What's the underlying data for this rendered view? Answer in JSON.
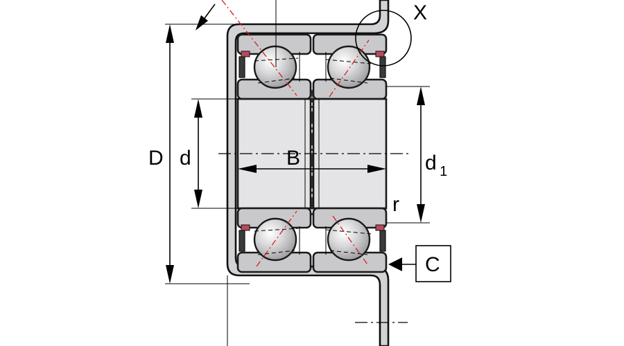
{
  "labels": {
    "D": "D",
    "d": "d",
    "B": "B",
    "d1_main": "d",
    "d1_sub": "1",
    "r": "r",
    "X": "X",
    "C": "C"
  },
  "colors": {
    "steel": "#c9c9cc",
    "bore": "#e4e4e6",
    "contact_line": "#d42020",
    "seal": "#3a3a3a"
  }
}
